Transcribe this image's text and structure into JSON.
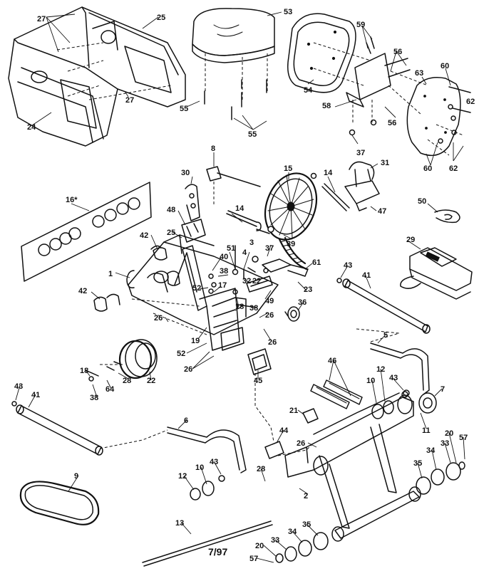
{
  "diagram": {
    "date_code": "7/97",
    "parts": [
      {
        "id": "p24",
        "label": "24"
      },
      {
        "id": "p27a",
        "label": "27"
      },
      {
        "id": "p27b",
        "label": "27"
      },
      {
        "id": "p25",
        "label": "25"
      },
      {
        "id": "p53",
        "label": "53"
      },
      {
        "id": "p55a",
        "label": "55"
      },
      {
        "id": "p55b",
        "label": "55"
      },
      {
        "id": "p54",
        "label": "54"
      },
      {
        "id": "p59",
        "label": "59"
      },
      {
        "id": "p56a",
        "label": "56"
      },
      {
        "id": "p56b",
        "label": "56"
      },
      {
        "id": "p58",
        "label": "58"
      },
      {
        "id": "p63",
        "label": "63"
      },
      {
        "id": "p60a",
        "label": "60"
      },
      {
        "id": "p60b",
        "label": "60"
      },
      {
        "id": "p62a",
        "label": "62"
      },
      {
        "id": "p62b",
        "label": "62"
      },
      {
        "id": "p37a",
        "label": "37"
      },
      {
        "id": "p8",
        "label": "8"
      },
      {
        "id": "p31",
        "label": "31"
      },
      {
        "id": "p30",
        "label": "30"
      },
      {
        "id": "p15",
        "label": "15"
      },
      {
        "id": "p14a",
        "label": "14"
      },
      {
        "id": "p47",
        "label": "47"
      },
      {
        "id": "p50",
        "label": "50"
      },
      {
        "id": "p16",
        "label": "16*"
      },
      {
        "id": "p48a",
        "label": "48"
      },
      {
        "id": "p14b",
        "label": "14"
      },
      {
        "id": "p29",
        "label": "29"
      },
      {
        "id": "p42a",
        "label": "42"
      },
      {
        "id": "p25b",
        "label": "25"
      },
      {
        "id": "p51",
        "label": "51"
      },
      {
        "id": "p3",
        "label": "3"
      },
      {
        "id": "p39",
        "label": "39"
      },
      {
        "id": "p40",
        "label": "40"
      },
      {
        "id": "p4",
        "label": "4"
      },
      {
        "id": "p37b",
        "label": "37"
      },
      {
        "id": "p61",
        "label": "61"
      },
      {
        "id": "p43a",
        "label": "43"
      },
      {
        "id": "p41a",
        "label": "41"
      },
      {
        "id": "p1",
        "label": "1"
      },
      {
        "id": "p38a",
        "label": "38"
      },
      {
        "id": "p32",
        "label": "32"
      },
      {
        "id": "p22a",
        "label": "22"
      },
      {
        "id": "p52a",
        "label": "52"
      },
      {
        "id": "p17",
        "label": "17"
      },
      {
        "id": "p23",
        "label": "23"
      },
      {
        "id": "p42b",
        "label": "42"
      },
      {
        "id": "p18a",
        "label": "18"
      },
      {
        "id": "p38b",
        "label": "38"
      },
      {
        "id": "p49",
        "label": "49"
      },
      {
        "id": "p36",
        "label": "36"
      },
      {
        "id": "p26a",
        "label": "26"
      },
      {
        "id": "p26b",
        "label": "26"
      },
      {
        "id": "p19",
        "label": "19"
      },
      {
        "id": "p26c",
        "label": "26"
      },
      {
        "id": "p5",
        "label": "5"
      },
      {
        "id": "p52b",
        "label": "52"
      },
      {
        "id": "p26d",
        "label": "26"
      },
      {
        "id": "p45",
        "label": "45"
      },
      {
        "id": "p18b",
        "label": "18"
      },
      {
        "id": "p28a",
        "label": "28"
      },
      {
        "id": "p22b",
        "label": "22"
      },
      {
        "id": "p64",
        "label": "64"
      },
      {
        "id": "p38c",
        "label": "38"
      },
      {
        "id": "p46",
        "label": "46"
      },
      {
        "id": "p12a",
        "label": "12"
      },
      {
        "id": "p10a",
        "label": "10"
      },
      {
        "id": "p43b",
        "label": "43"
      },
      {
        "id": "p7",
        "label": "7"
      },
      {
        "id": "p43c",
        "label": "43"
      },
      {
        "id": "p41b",
        "label": "41"
      },
      {
        "id": "p21",
        "label": "21"
      },
      {
        "id": "p11",
        "label": "11"
      },
      {
        "id": "p6",
        "label": "6"
      },
      {
        "id": "p44",
        "label": "44"
      },
      {
        "id": "p26e",
        "label": "26"
      },
      {
        "id": "p20a",
        "label": "20"
      },
      {
        "id": "p57a",
        "label": "57"
      },
      {
        "id": "p33a",
        "label": "33"
      },
      {
        "id": "p34a",
        "label": "34"
      },
      {
        "id": "p9",
        "label": "9"
      },
      {
        "id": "p12b",
        "label": "12"
      },
      {
        "id": "p10b",
        "label": "10"
      },
      {
        "id": "p43d",
        "label": "43"
      },
      {
        "id": "p28b",
        "label": "28"
      },
      {
        "id": "p35a",
        "label": "35"
      },
      {
        "id": "p2",
        "label": "2"
      },
      {
        "id": "p13",
        "label": "13"
      },
      {
        "id": "p35b",
        "label": "35"
      },
      {
        "id": "p34b",
        "label": "34"
      },
      {
        "id": "p33b",
        "label": "33"
      },
      {
        "id": "p20b",
        "label": "20"
      },
      {
        "id": "p57b",
        "label": "57"
      }
    ]
  }
}
